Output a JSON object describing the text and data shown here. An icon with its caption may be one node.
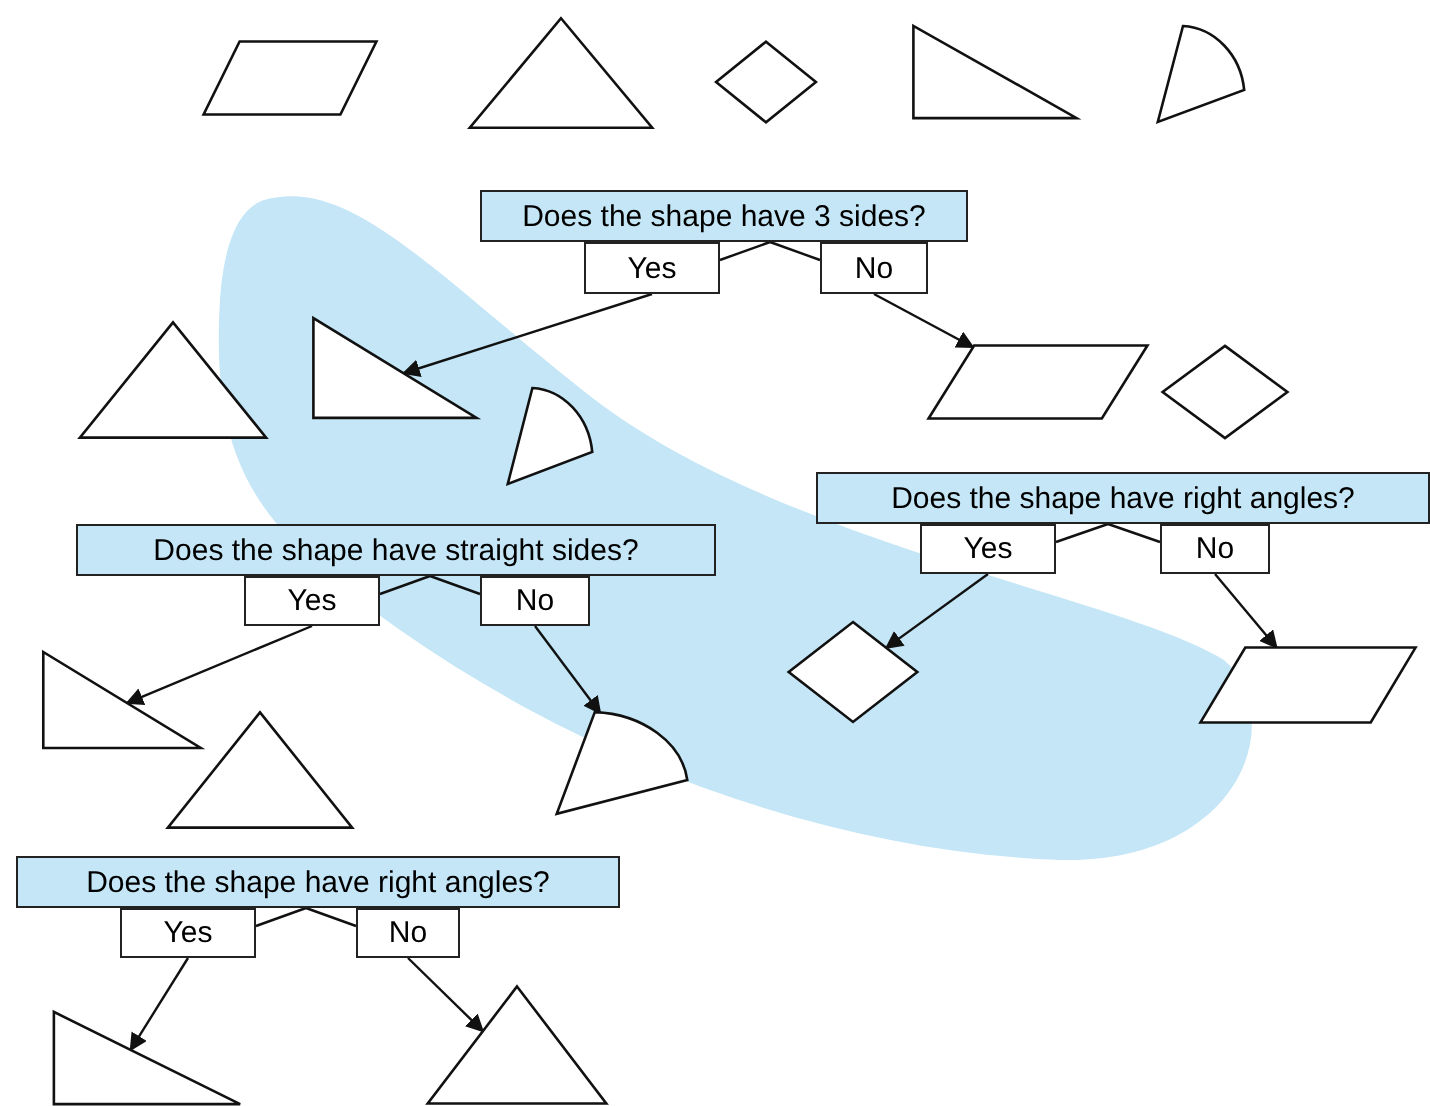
{
  "diagram": {
    "nodes": [
      {
        "text": [],
        "shape": "parallelogram"
      },
      {
        "text": [],
        "shape": "triangle"
      },
      {
        "text": [],
        "shape": "diamond"
      },
      {
        "text": [],
        "shape": "right-triangle"
      },
      {
        "text": [],
        "shape": "sector"
      },
      {
        "text": [
          "Does the shape have 3 sides?"
        ]
      },
      {
        "text": [
          "Yes"
        ]
      },
      {
        "text": [
          "No"
        ]
      },
      {
        "text": [],
        "shape": "triangle"
      },
      {
        "text": [],
        "shape": "right-triangle"
      },
      {
        "text": [],
        "shape": "sector"
      },
      {
        "text": [],
        "shape": "parallelogram"
      },
      {
        "text": [],
        "shape": "diamond"
      },
      {
        "text": [
          "Does the shape have right angles?"
        ]
      },
      {
        "text": [
          "Yes"
        ]
      },
      {
        "text": [
          "No"
        ]
      },
      {
        "text": [
          "Does the shape have straight sides?"
        ]
      },
      {
        "text": [
          "Yes"
        ]
      },
      {
        "text": [
          "No"
        ]
      },
      {
        "text": [],
        "shape": "right-triangle"
      },
      {
        "text": [],
        "shape": "diamond"
      },
      {
        "text": [],
        "shape": "parallelogram"
      },
      {
        "text": [],
        "shape": "triangle"
      },
      {
        "text": [],
        "shape": "sector"
      },
      {
        "text": [
          "Does the shape have right angles?"
        ]
      },
      {
        "text": [
          "Yes"
        ]
      },
      {
        "text": [
          "No"
        ]
      },
      {
        "text": [],
        "shape": "right-triangle"
      },
      {
        "text": [],
        "shape": "triangle"
      }
    ],
    "edges": [
      {
        "from": 5,
        "to": 6,
        "arrow": "none"
      },
      {
        "from": 5,
        "to": 7,
        "arrow": "none"
      },
      {
        "from": 6,
        "to": 9,
        "arrow": "to"
      },
      {
        "from": 7,
        "to": 11,
        "arrow": "to"
      },
      {
        "from": 13,
        "to": 14,
        "arrow": "none"
      },
      {
        "from": 13,
        "to": 15,
        "arrow": "none"
      },
      {
        "from": 14,
        "to": 20,
        "arrow": "to"
      },
      {
        "from": 15,
        "to": 21,
        "arrow": "to"
      },
      {
        "from": 16,
        "to": 17,
        "arrow": "none"
      },
      {
        "from": 16,
        "to": 18,
        "arrow": "none"
      },
      {
        "from": 17,
        "to": 19,
        "arrow": "to"
      },
      {
        "from": 18,
        "to": 23,
        "arrow": "to"
      },
      {
        "from": 24,
        "to": 25,
        "arrow": "none"
      },
      {
        "from": 24,
        "to": 26,
        "arrow": "none"
      },
      {
        "from": 25,
        "to": 27,
        "arrow": "to"
      },
      {
        "from": 26,
        "to": 28,
        "arrow": "to"
      }
    ]
  }
}
